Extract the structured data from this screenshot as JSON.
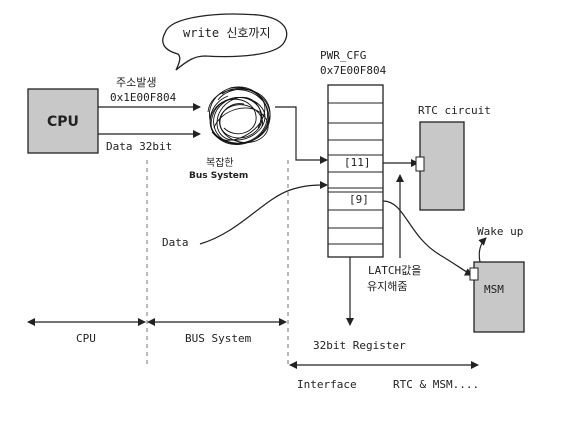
{
  "bubble_text": "write 신호까지",
  "cpu_label": "CPU",
  "address_label": "주소발생",
  "address_value": "0x1E00F804",
  "data_bus_label": "Data 32bit",
  "bus_caption_line1": "복잡한",
  "bus_caption_line2": "Bus System",
  "data_label": "Data",
  "register_name": "PWR_CFG",
  "register_address": "0x7E00F804",
  "bit11_label": "[11]",
  "bit9_label": "[9]",
  "rtc_label": "RTC circuit",
  "wakeup_label": "Wake up",
  "msm_label": "MSM",
  "latch_line1": "LATCH값을",
  "latch_line2": "유지해줌",
  "span_cpu": "CPU",
  "span_bus": "BUS System",
  "span_register": "32bit Register",
  "span_interface": "Interface",
  "span_rtc_msm": "RTC & MSM....",
  "colors": {
    "box_fill": "#c8c8c8",
    "ink": "#222222",
    "background": "#ffffff"
  }
}
